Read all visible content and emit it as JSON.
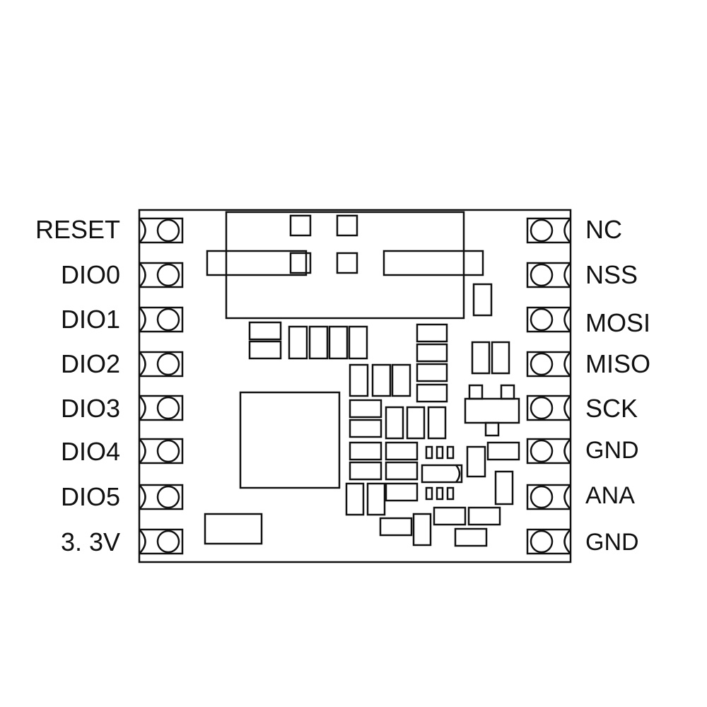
{
  "module": {
    "left_pins": [
      "RESET",
      "DIO0",
      "DIO1",
      "DIO2",
      "DIO3",
      "DIO4",
      "DIO5",
      "3. 3V"
    ],
    "right_pins": [
      "NC",
      "NSS",
      "MOSI",
      "MISO",
      "SCK",
      "GND",
      "ANA",
      "GND"
    ],
    "outline_color": "#111111",
    "background_color": "#ffffff"
  }
}
